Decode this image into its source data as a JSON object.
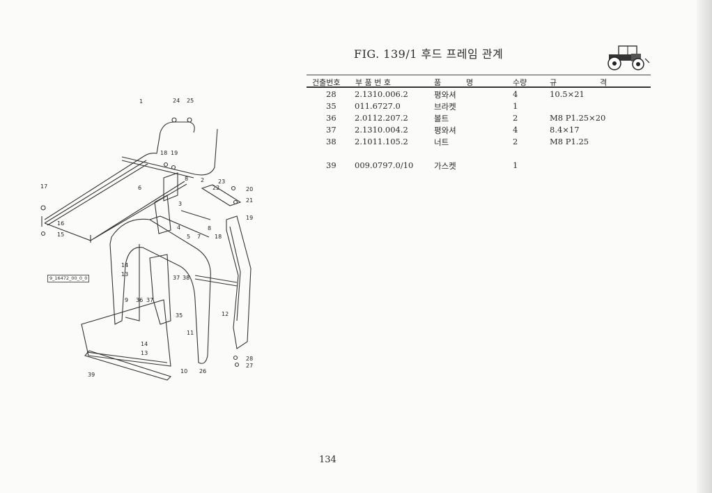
{
  "header": {
    "title": "FIG. 139/1 후드 프레임 관계"
  },
  "table": {
    "columns": {
      "index": "건출번호",
      "part_no": "부 품 번 호",
      "name_1": "품",
      "name_2": "명",
      "qty": "수량",
      "spec_1": "규",
      "spec_2": "격"
    },
    "rows": [
      {
        "index": "28",
        "part_no": "2.1310.006.2",
        "name": "평와셔",
        "qty": "4",
        "spec": "10.5×21"
      },
      {
        "index": "35",
        "part_no": "011.6727.0",
        "name": "브라켓",
        "qty": "1",
        "spec": ""
      },
      {
        "index": "36",
        "part_no": "2.0112.207.2",
        "name": "볼트",
        "qty": "2",
        "spec": "M8 P1.25×20"
      },
      {
        "index": "37",
        "part_no": "2.1310.004.2",
        "name": "평와셔",
        "qty": "4",
        "spec": "8.4×17"
      },
      {
        "index": "38",
        "part_no": "2.1011.105.2",
        "name": "너트",
        "qty": "2",
        "spec": "M8 P1.25"
      }
    ],
    "rows_after_gap": [
      {
        "index": "39",
        "part_no": "009.0797.0/10",
        "name": "가스켓",
        "qty": "1",
        "spec": ""
      }
    ]
  },
  "diagram": {
    "reference_code": "9_16472_00_0_0",
    "callouts": [
      "1",
      "24",
      "25",
      "18",
      "19",
      "17",
      "6",
      "8",
      "2",
      "23",
      "22",
      "20",
      "21",
      "3",
      "16",
      "15",
      "4",
      "19",
      "5",
      "7",
      "18",
      "14",
      "13",
      "37",
      "38",
      "9",
      "36",
      "37",
      "35",
      "12",
      "11",
      "14",
      "13",
      "28",
      "27",
      "10",
      "26",
      "39"
    ]
  },
  "footer": {
    "page_number": "134"
  }
}
